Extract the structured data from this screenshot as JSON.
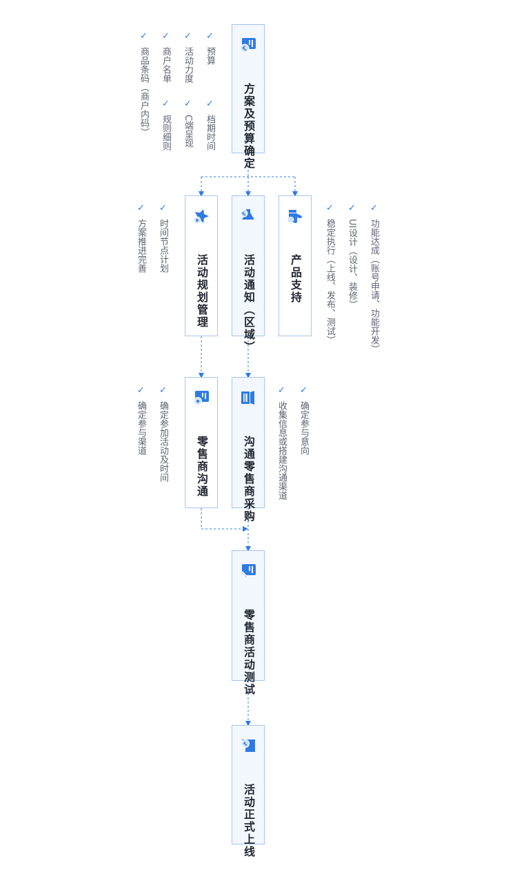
{
  "colors": {
    "accent": "#2f7be5",
    "box_border": "#a8c6f0",
    "box_highlight": "#f3f8ff",
    "text": "#222832",
    "subtext": "#5d6473"
  },
  "nodes": {
    "plan": {
      "title": "方案及预算确定",
      "icon": "document-check-icon"
    },
    "product": {
      "title": "产品支持",
      "icon": "thumbs-up-icon"
    },
    "notify": {
      "title": "活动通知（区域）",
      "icon": "megaphone-icon"
    },
    "planning": {
      "title": "活动规划管理",
      "icon": "star-settings-icon"
    },
    "procurement": {
      "title": "沟通零售商采购",
      "icon": "store-icon"
    },
    "retailer": {
      "title": "零售商沟通",
      "icon": "document-settings-icon"
    },
    "test": {
      "title": "零售商活动测试",
      "icon": "document-edit-icon"
    },
    "launch": {
      "title": "活动正式上线",
      "icon": "flag-check-icon"
    }
  },
  "notes": {
    "plan": [
      "预算",
      "活动力度",
      "商户名单",
      "商品条码（商户内码）",
      "档期时间",
      "C端呈现",
      "规则细则"
    ],
    "product": [
      "功能达成（账号申请、功能开发）",
      "UI设计（设计、装修）",
      "稳定执行（上线、发布、测试）"
    ],
    "planning": [
      "时间节点计划",
      "方案推进完善"
    ],
    "procurement": [
      "确定参与意向",
      "收集信息或搭建沟通渠道"
    ],
    "retailer": [
      "确定参加活动及时间",
      "确定参与渠道"
    ]
  }
}
